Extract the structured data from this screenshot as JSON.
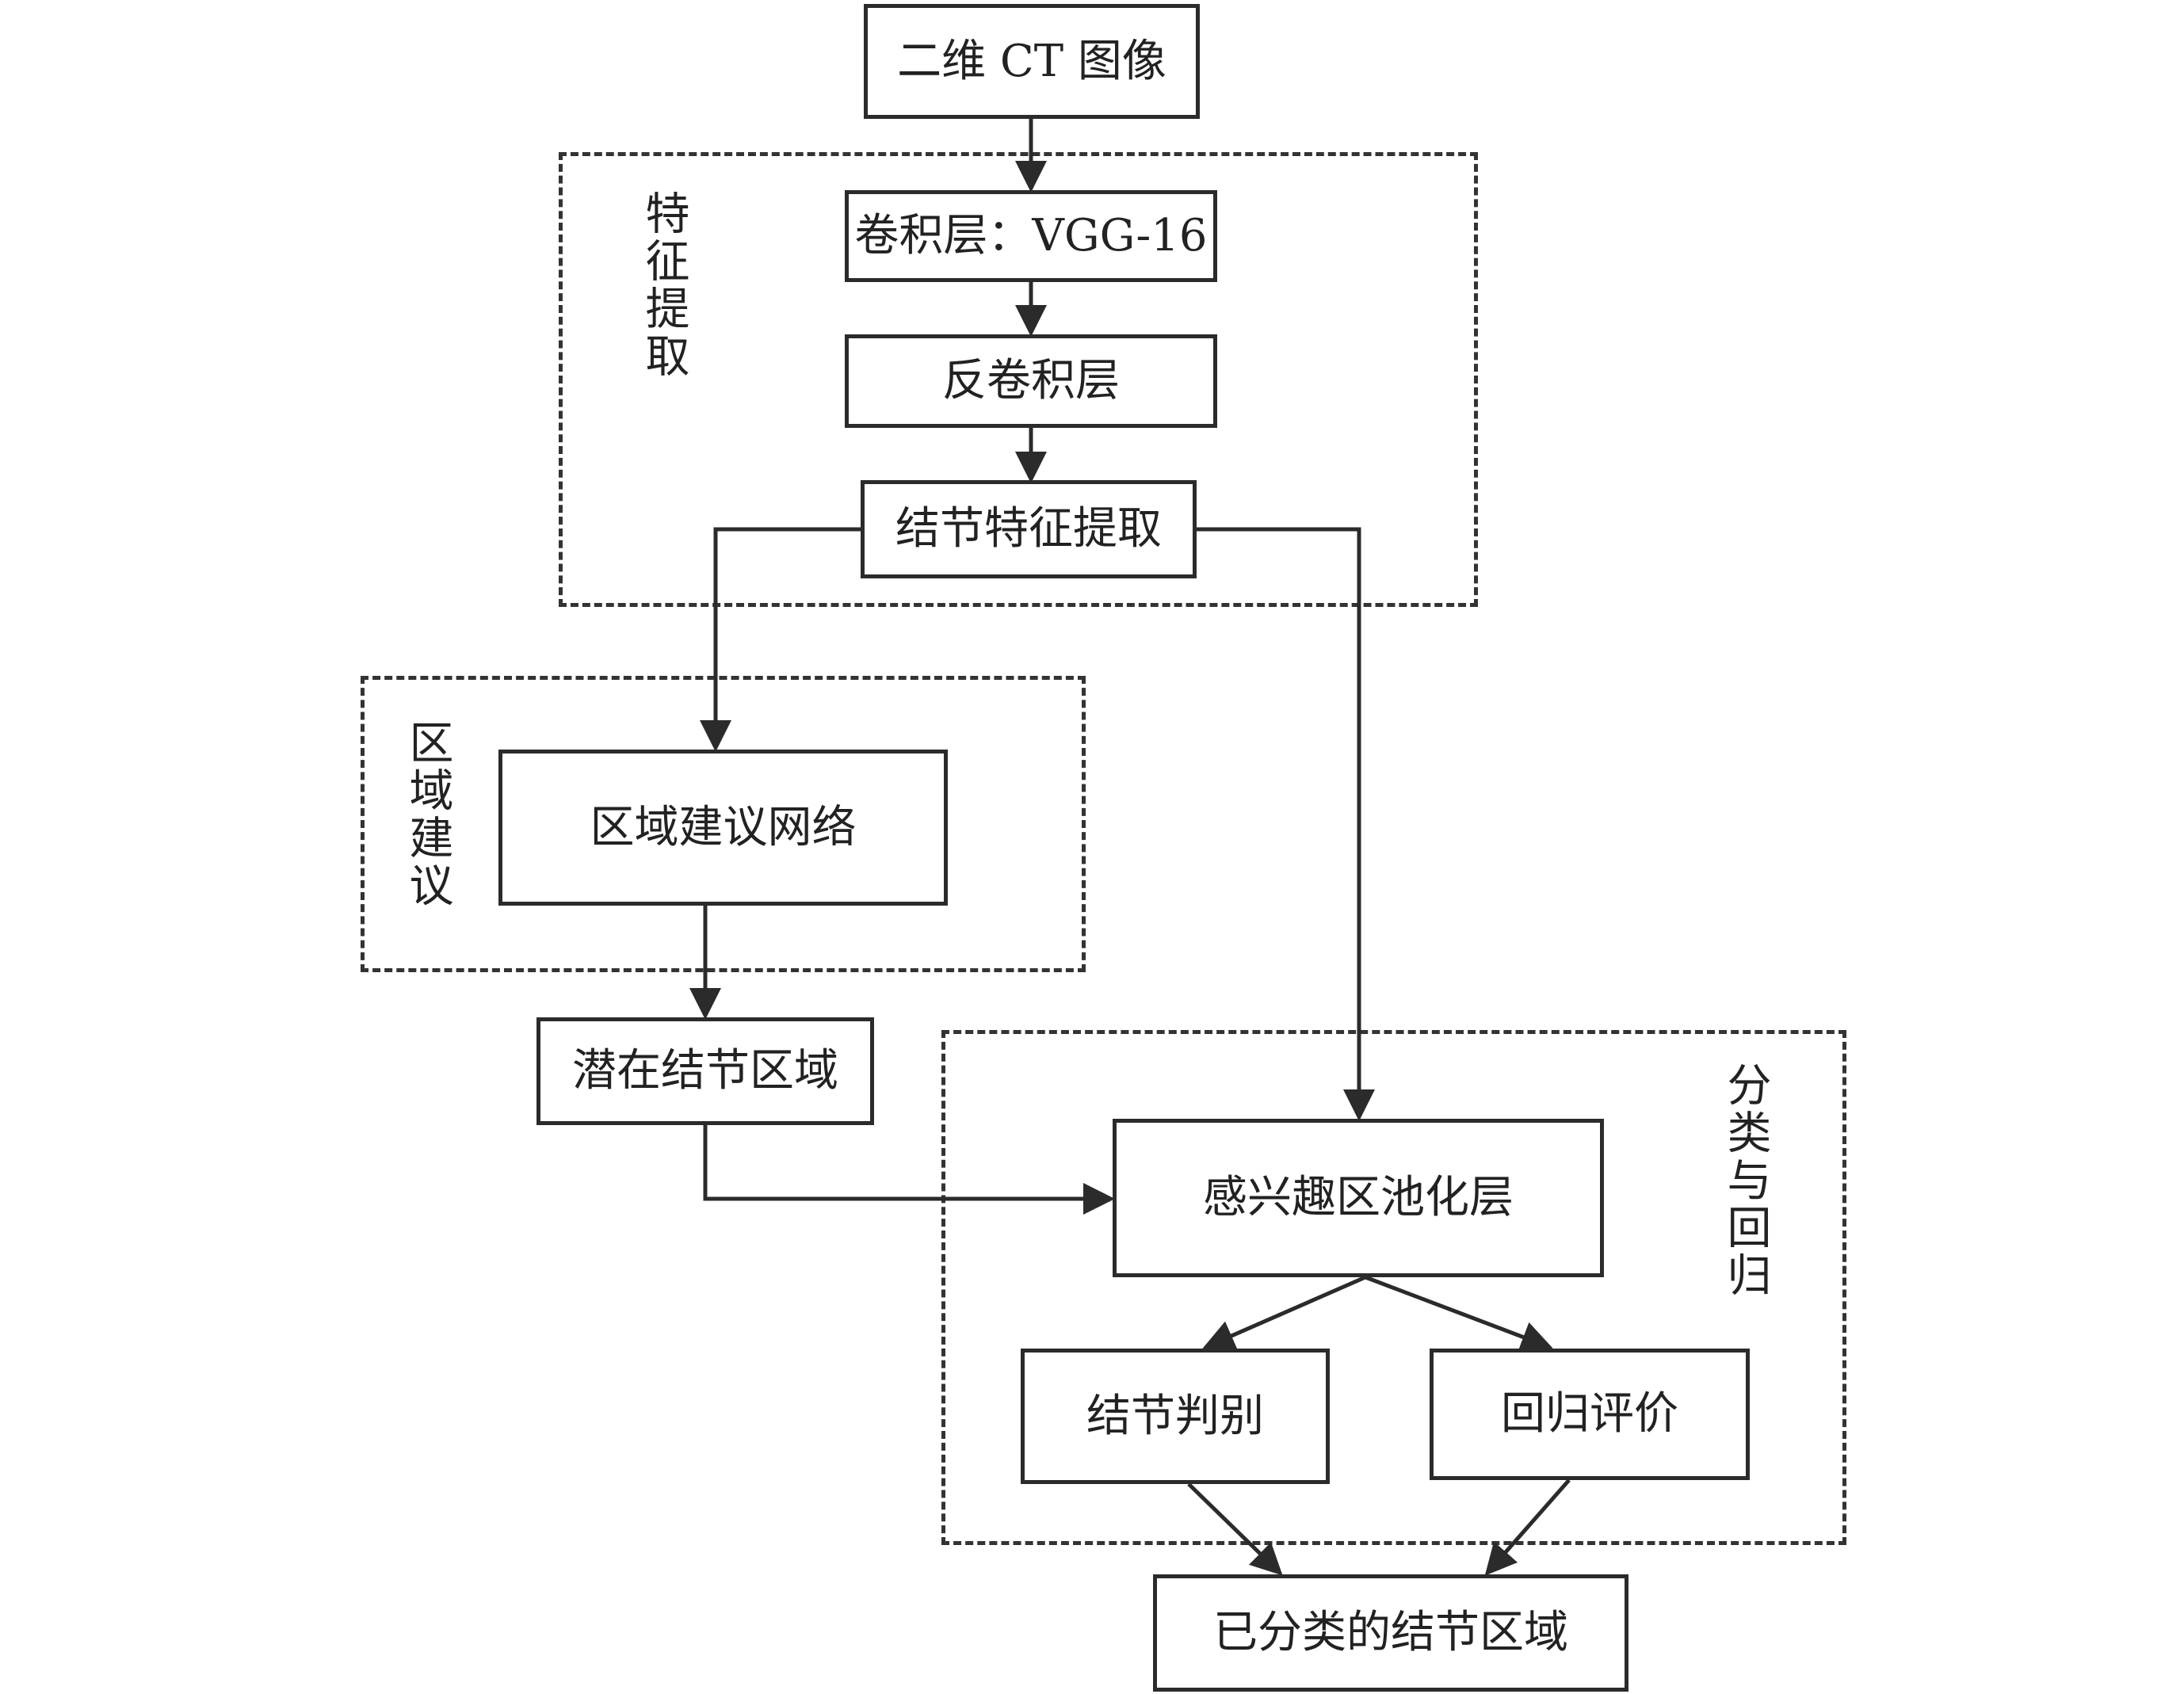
{
  "diagram": {
    "nodes": {
      "ct_image": "二维 CT 图像",
      "conv": "卷积层：VGG-16",
      "deconv": "反卷积层",
      "nodule_feature": "结节特征提取",
      "rpn": "区域建议网络",
      "candidate": "潜在结节区域",
      "roi_pool": "感兴趣区池化层",
      "nodule_judge": "结节判别",
      "regression": "回归评价",
      "output": "已分类的结节区域"
    },
    "groups": {
      "feature_extraction": "特征提取",
      "region_proposal": "区域建议",
      "classify_regress": "分类与回归"
    }
  }
}
